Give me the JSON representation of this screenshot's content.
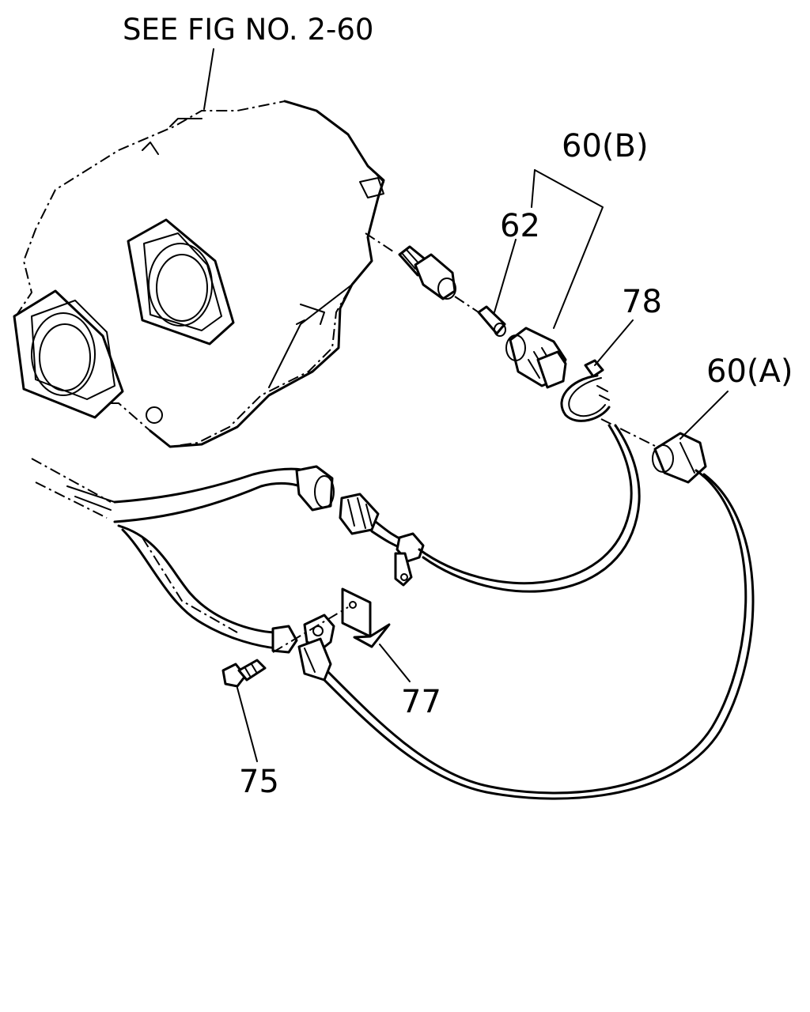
{
  "reference_note": "SEE FIG NO. 2-60",
  "callouts": {
    "speed_sensor_assembly": "60(B)",
    "pin": "62",
    "clamp_band": "78",
    "cable_end": "60(A)",
    "bracket": "77",
    "bolt": "75"
  },
  "colors": {
    "line": "#000000",
    "background": "#ffffff"
  }
}
